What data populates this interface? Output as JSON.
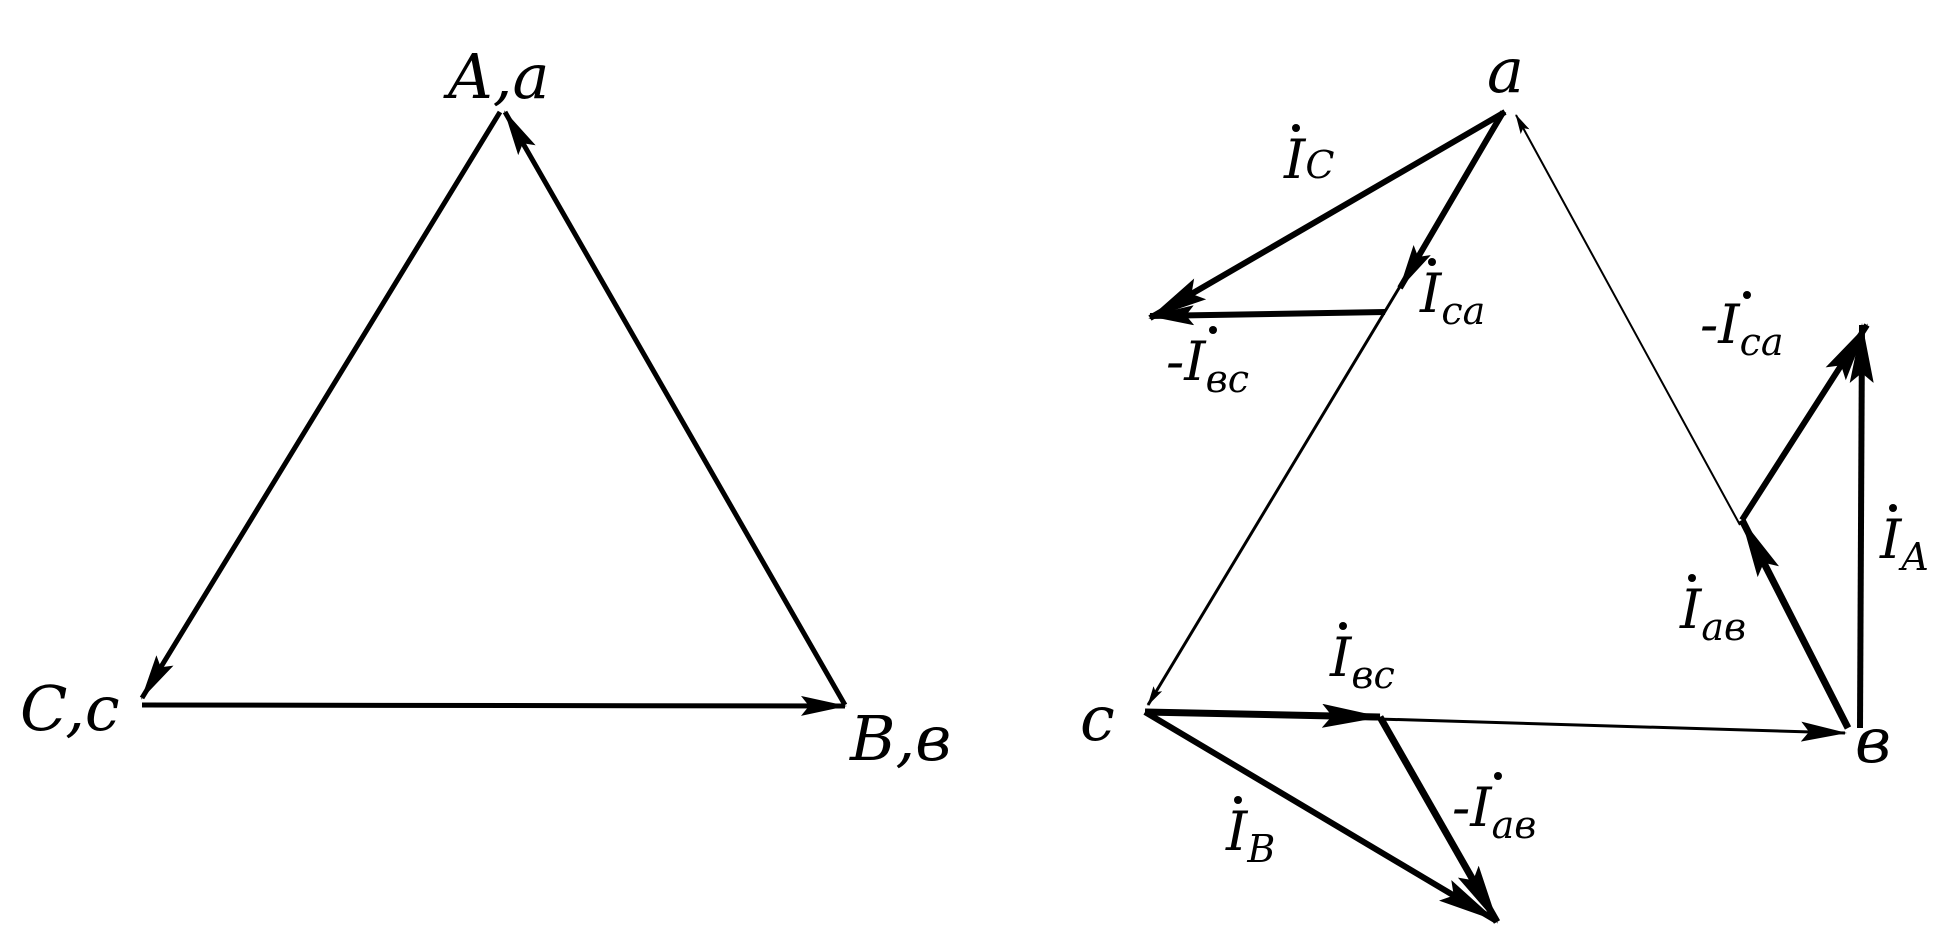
{
  "left_triangle": {
    "vertex_top": "A,a",
    "vertex_left": "C,c",
    "vertex_right": "B,в"
  },
  "right_diagram": {
    "vertex_a": "a",
    "vertex_c": "c",
    "vertex_b": "в",
    "currents": {
      "I_C": {
        "prefix": "",
        "letter": "I",
        "sub": "C"
      },
      "I_ca": {
        "prefix": "",
        "letter": "I",
        "sub": "ca"
      },
      "neg_I_bc": {
        "prefix": "-",
        "letter": "I",
        "sub": "вc"
      },
      "neg_I_ca": {
        "prefix": "-",
        "letter": "I",
        "sub": "ca"
      },
      "I_A": {
        "prefix": "",
        "letter": "I",
        "sub": "A"
      },
      "I_ab": {
        "prefix": "",
        "letter": "I",
        "sub": "aв"
      },
      "I_bc": {
        "prefix": "",
        "letter": "I",
        "sub": "вc"
      },
      "neg_I_ab": {
        "prefix": "-",
        "letter": "I",
        "sub": "aв"
      },
      "I_B": {
        "prefix": "",
        "letter": "I",
        "sub": "B"
      }
    }
  }
}
